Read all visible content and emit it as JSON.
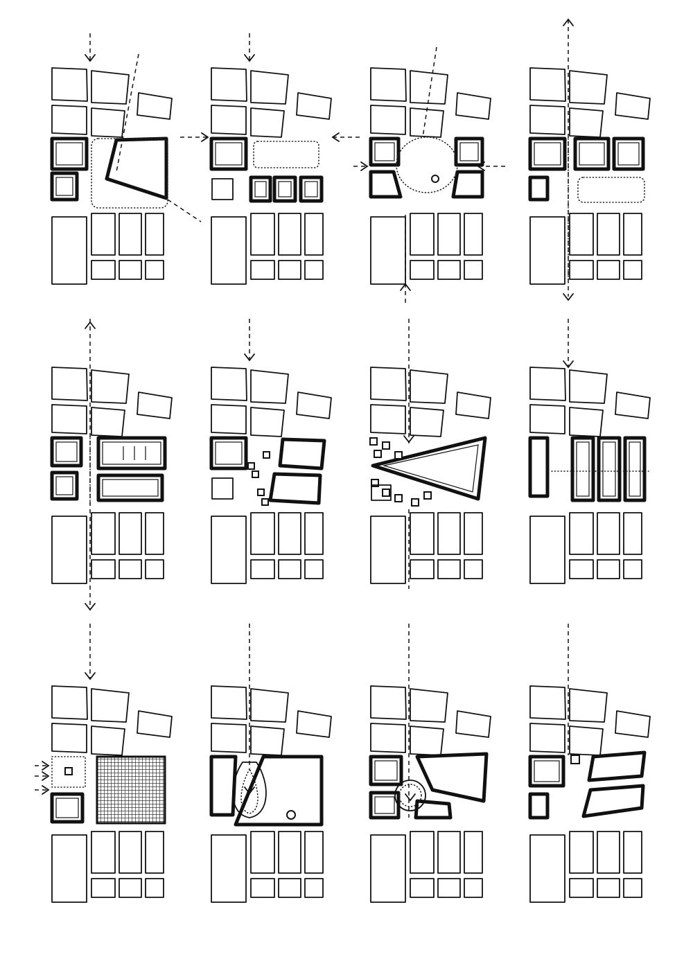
{
  "sheet": {
    "rows": 3,
    "columns": 4,
    "panels": [
      {
        "variant": "skewed-square-plaza"
      },
      {
        "variant": "linear-green-strip"
      },
      {
        "variant": "oval-plaza"
      },
      {
        "variant": "north-south-promenade"
      },
      {
        "variant": "slab-blocks-with-passage"
      },
      {
        "variant": "scattered-pavilions"
      },
      {
        "variant": "triangular-wedge"
      },
      {
        "variant": "parallel-bars"
      },
      {
        "variant": "hatched-square-park"
      },
      {
        "variant": "teardrop-court"
      },
      {
        "variant": "round-court-split-blocks"
      },
      {
        "variant": "sheared-blocks"
      }
    ]
  }
}
